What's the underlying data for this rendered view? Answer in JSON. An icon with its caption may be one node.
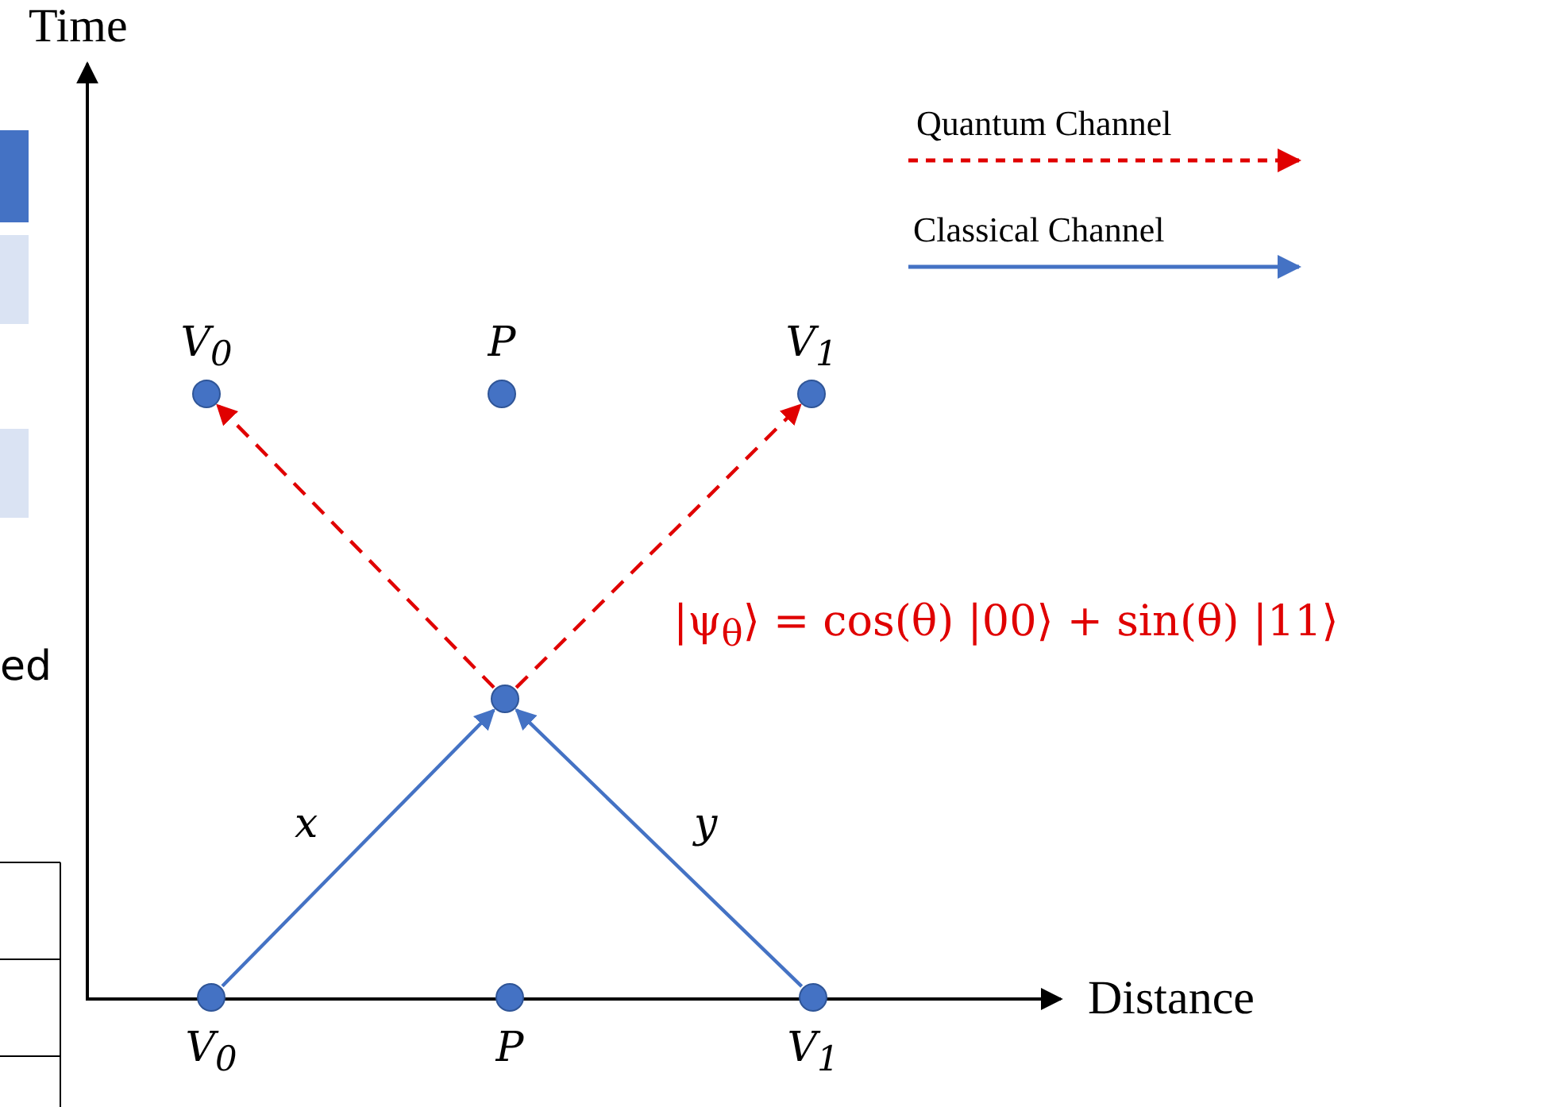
{
  "diagram": {
    "nodes": [
      {
        "text": [
          "V$_{0}$"
        ]
      },
      {
        "text": [
          "P"
        ]
      },
      {
        "text": [
          "V$_{1}$"
        ]
      },
      {
        "text": [],
        "shape": "circle"
      },
      {
        "text": [
          "V$_{0}$"
        ]
      },
      {
        "text": [
          "P"
        ]
      },
      {
        "text": [
          "V$_{1}$"
        ]
      }
    ],
    "edges": [
      {
        "from": 4,
        "to": 3,
        "arrow": "to",
        "label": "x",
        "color": "#4472c4"
      },
      {
        "from": 6,
        "to": 3,
        "arrow": "to",
        "label": "y",
        "color": "#4472c4"
      },
      {
        "from": 3,
        "to": 0,
        "arrow": "to",
        "style": "dashed",
        "color": "#e00000"
      },
      {
        "from": 3,
        "to": 2,
        "arrow": "to",
        "style": "dashed",
        "color": "#e00000"
      }
    ],
    "labels": [
      "Time",
      "ed",
      "|ψ$_{θ}$⟩ = cos(θ) |00⟩ + sin(θ) |11⟩",
      "Distance"
    ],
    "legend": [
      {
        "text": "Quantum Channel"
      },
      {
        "text": "Classical Channel"
      }
    ]
  }
}
